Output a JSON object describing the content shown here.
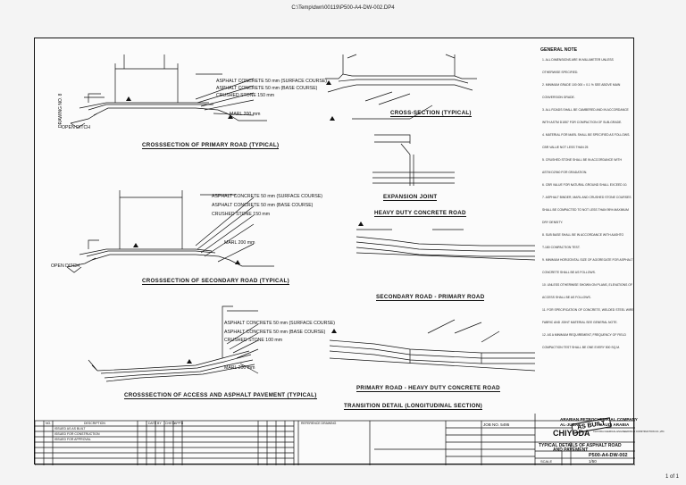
{
  "header": {
    "file_path": "C:\\Temp\\dwn\\00119\\P500-A4-DW-002.DP4",
    "page_count": "1 of 1"
  },
  "side_label": "DRAWING NO. 8",
  "titles": {
    "primary": "CROSSSECTION OF PRIMARY ROAD (TYPICAL)",
    "secondary": "CROSSSECTION OF SECONDARY ROAD (TYPICAL)",
    "access": "CROSSSECTION OF ACCESS AND ASPHALT PAVEMENT (TYPICAL)",
    "cross": "CROSS-SECTION (TYPICAL)",
    "expansion": "EXPANSION JOINT",
    "heavy": "HEAVY DUTY CONCRETE ROAD",
    "sec_prim": "SECONDARY ROAD - PRIMARY ROAD",
    "prim_heavy": "PRIMARY ROAD - HEAVY DUTY CONCRETE ROAD",
    "transition": "TRANSITION DETAIL (LONGITUDINAL SECTION)"
  },
  "primary_labels": {
    "asphalt1": "ASPHALT CONCRETE  50 mm (SURFACE COURSE)",
    "asphalt2": "ASPHALT CONCRETE  50 mm (BASE COURSE)",
    "crushed": "CRUSHED STONE  150 mm",
    "marl": "MARL  200 mm",
    "open_ditch": "OPEN DITCH"
  },
  "secondary_labels": {
    "asphalt1": "ASPHALT CONCRETE  50 mm (SURFACE COURSE)",
    "asphalt2": "ASPHALT CONCRETE  50 mm (BASE COURSE)",
    "crushed": "CRUSHED STONE  150 mm",
    "marl": "MARL  200 mm",
    "open_ditch": "OPEN DITCH"
  },
  "access_labels": {
    "asphalt1": "ASPHALT CONCRETE  50 mm (SURFACE COURSE)",
    "asphalt2": "ASPHALT CONCRETE  50 mm (BASE COURSE)",
    "crushed": "CRUSHED STONE  100 mm",
    "marl": "MARL  200 mm"
  },
  "general_note": {
    "heading": "GENERAL NOTE",
    "lines": [
      "1. ALL DIMENSIONS ARE IN MILLIMETER UNLESS",
      "   OTHERWISE SPECIFIED.",
      "2. MINIMUM GRADE  100 000 = 0.1 % SEE ABOVE MAIN",
      "   CONVERSION GRADE.",
      "3. ALL ROADS SHALL BE CAMBERED AND IN ACCORDANCE",
      "   WITH  ASTM D1557 FOR COMPACTION OF SUB-GRADE.",
      "4. MATERIAL FOR MARL SHALL BE SPECIFIED AS FOLLOWS.",
      "   CBR VALUE  NOT LESS THAN 25",
      "5. CRUSHED STONE SHALL BE IN ACCORDANCE WITH",
      "   ASTM D2940 FOR GRADATION.",
      "6. CBR VALUE FOR NATURAL GROUND SHALL EXCEED 10.",
      "7. ASPHALT BINDER, MARL AND CRUSHED STONE COURSES",
      "   SHALL BE COMPACTED TO NOT LESS THAN 95% MAXIMUM",
      "   DRY DENSITY.",
      "8. SUB BASE SHALL BE IN ACCORDANCE WITH AASHTO",
      "   T-180 COMPACTION TEST.",
      "9. MINIMUM HORIZONTAL SIZE OF AGGREGATE FOR ASPHALT",
      "   CONCRETE SHALL BE AS FOLLOWS.",
      "10. UNLESS OTHERWISE SHOWN ON PLANS, ELEVATIONS OF",
      "    ACCESS SHALL BE AS FOLLOWS.",
      "11. FOR SPECIFICATION OF CONCRETE, WELDED STEEL WIRE",
      "    FABRIC AND JOINT MATERIAL SEE GENERAL NOTE.",
      "12. AS A MINIMUM REQUIREMENT, FREQUENCY OF FIELD",
      "    COMPACTION TEST SHALL BE ONE EVERY 500 SQ.M."
    ]
  },
  "stamp": "AS BUILT",
  "title_block": {
    "client_line1": "ARABIAN PETROCHEMICAL COMPANY",
    "client_line2": "AL-JUBAIL",
    "client_line3": "SAUDI ARABIA",
    "contractor": "CHIYODA",
    "contractor_sub": "CHIYODA CHEMICAL ENGINEERING & CONSTRUCTION CO.,LTD.",
    "drawing_title1": "TYPICAL DETAILS OF ASPHALT ROAD",
    "drawing_title2": "AND PAVEMENT",
    "drawing_no": "P500-A4-DW-002",
    "scale_label": "SCALE",
    "scale": "1/50",
    "job_no": "JOB NO. 5495",
    "rev_label": "NO.",
    "description_label": "DESCRIPTION",
    "date_label": "DATE",
    "by_label": "BY",
    "chk_label": "CHK'D",
    "appd_label": "APP'D",
    "reference_label": "REFERENCE DRAWING",
    "rev_rows": [
      "ISSUED AS  AS BUILT",
      "ISSUED FOR CONSTRUCTION",
      "ISSUED FOR APPROVAL"
    ]
  }
}
